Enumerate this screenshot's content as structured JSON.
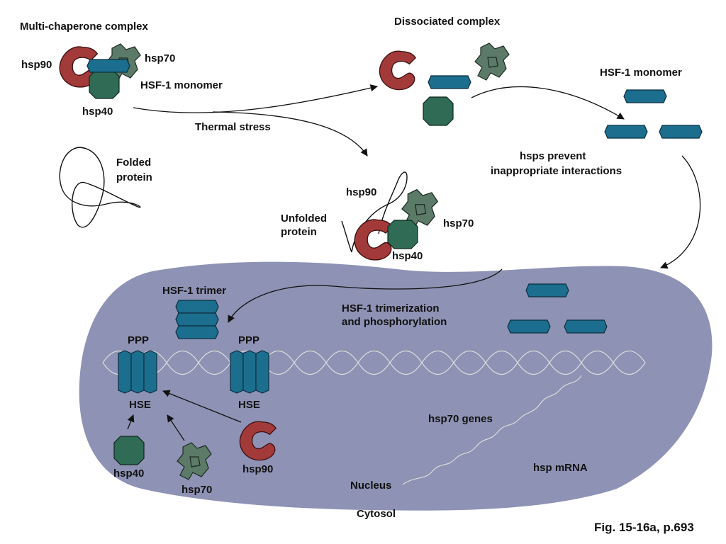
{
  "labels": {
    "multi_chaperone": "Multi-chaperone complex",
    "hsp90_top": "hsp90",
    "hsp70_top": "hsp70",
    "hsf1_monomer_top": "HSF-1 monomer",
    "hsp40_top": "hsp40",
    "thermal_stress": "Thermal stress",
    "folded_protein_line1": "Folded",
    "folded_protein_line2": "protein",
    "dissociated_complex": "Dissociated complex",
    "hsf1_monomer_right": "HSF-1 monomer",
    "hsps_prevent_line1": "hsps prevent",
    "hsps_prevent_line2": "inappropriate interactions",
    "hsp90_mid": "hsp90",
    "unfolded_line1": "Unfolded",
    "unfolded_line2": "protein",
    "hsp70_mid": "hsp70",
    "hsp40_mid": "hsp40",
    "hsf1_trimer": "HSF-1 trimer",
    "trimerization_line1": "HSF-1 trimerization",
    "trimerization_line2": "and phosphorylation",
    "ppp_left": "PPP",
    "ppp_right": "PPP",
    "hse_left": "HSE",
    "hse_right": "HSE",
    "hsp70_genes": "hsp70 genes",
    "hsp40_bottom": "hsp40",
    "hsp70_bottom": "hsp70",
    "hsp90_bottom": "hsp90",
    "hsp_mrna": "hsp mRNA",
    "nucleus": "Nucleus",
    "cytosol": "Cytosol",
    "figure_ref": "Fig. 15-16a, p.693"
  },
  "colors": {
    "nucleus_fill": "#8e92b4",
    "hsf1": "#1b6e8e",
    "hsp40": "#2f6b55",
    "hsp70": "#5c7a68",
    "hsp90": "#a33a3a",
    "dna": "#dcdcdc"
  }
}
